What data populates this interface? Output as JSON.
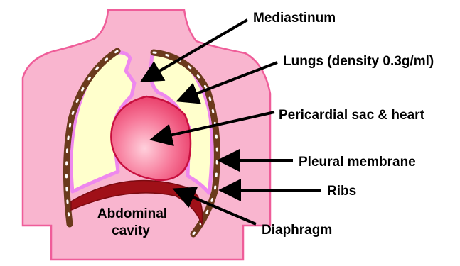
{
  "labels": {
    "mediastinum": "Mediastinum",
    "lungs": "Lungs (density 0.3g/ml)",
    "pericardial": "Pericardial sac & heart",
    "pleural": "Pleural membrane",
    "ribs": "Ribs",
    "diaphragm": "Diaphragm",
    "abdominal_line1": "Abdominal",
    "abdominal_line2": "cavity"
  },
  "colors": {
    "skin": "#f9b5cf",
    "skin_outline": "#ef5d99",
    "lung": "#ffffcc",
    "pleura": "#ee88ee",
    "rib": "#6b3a1c",
    "heart": "#f2587a",
    "heart_light": "#ffb3c6",
    "heart_outline": "#c8103f",
    "diaphragm": "#a01018"
  },
  "icons": {
    "body": "torso-outline",
    "arrow": "black-arrow"
  }
}
